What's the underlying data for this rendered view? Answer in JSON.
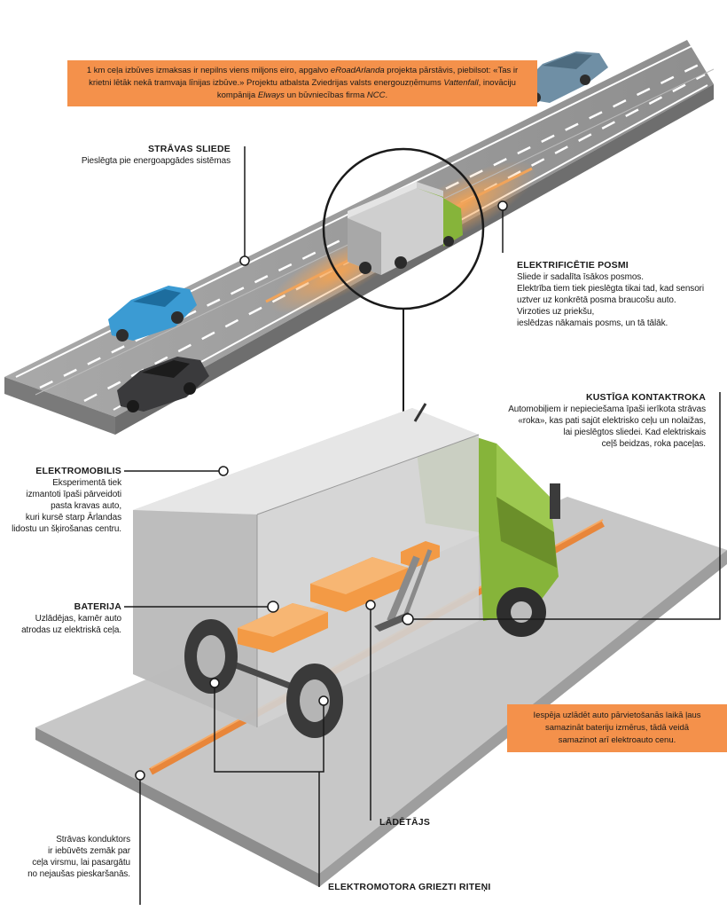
{
  "colors": {
    "accent_orange": "#f4914b",
    "road_gray": "#9c9c9c",
    "truck_green": "#86b43a",
    "rail_orange": "#e8863a",
    "box_gray": "#c9c9c9",
    "battery_orange": "#f39a45"
  },
  "top_banner": {
    "p1": "1 km ceļa izbūves izmaksas ir nepilns viens miljons eiro, apgalvo ",
    "i1": "eRoadArlanda",
    "p2": " projekta pārstāvis, piebilsot: «Tas ir krietni lētāk nekā tramvaja līnijas izbūve.» Projektu atbalsta Zviedrijas valsts energouzņēmums ",
    "i2": "Vattenfall",
    "p3": ", inovāciju kompānija ",
    "i3": "Elways",
    "p4": " un būvniecības firma ",
    "i4": "NCC",
    "p5": "."
  },
  "labels": {
    "stravas_sliede": {
      "title": "STRĀVAS SLIEDE",
      "text": "Pieslēgta pie energoapgādes sistēmas"
    },
    "elektrificetie_posmi": {
      "title": "ELEKTRIFICĒTIE POSMI",
      "l1": "Sliede ir sadalīta īsākos posmos.",
      "l2": "Elektrība tiem tiek pieslēgta tikai tad, kad sensori",
      "l3": "uztver uz konkrētā posma braucošu auto.",
      "l4": "Virzoties uz priekšu,",
      "l5": "ieslēdzas nākamais posms, un tā tālāk."
    },
    "kustiga_kontaktroka": {
      "title": "KUSTĪGA KONTAKTROKA",
      "l1": "Automobiļiem ir nepieciešama īpaši ierīkota strāvas",
      "l2": "«roka», kas pati sajūt elektrisko ceļu un nolaižas,",
      "l3": "lai pieslēgtos sliedei. Kad elektriskais",
      "l4": "ceļš beidzas, roka paceļas."
    },
    "elektromobilis": {
      "title": "ELEKTROMOBILIS",
      "l1": "Eksperimentā tiek",
      "l2": "izmantoti īpaši pārveidoti",
      "l3": "pasta kravas auto,",
      "l4": "kuri kursē starp Ārlandas",
      "l5": "lidostu un šķirošanas centru."
    },
    "baterija": {
      "title": "BATERIJA",
      "l1": "Uzlādējas, kamēr auto",
      "l2": "atrodas uz elektriskā ceļa."
    },
    "ladetajs": {
      "title": "LĀDĒTĀJS"
    },
    "elektromotora_riteni": {
      "title": "ELEKTROMOTORA GRIEZTI RITEŅI"
    },
    "stravas_konduktors": {
      "l1": "Strāvas konduktors",
      "l2": "ir iebūvēts zemāk par",
      "l3": "ceļa virsmu, lai pasargātu",
      "l4": "no nejaušas pieskaršanās."
    }
  },
  "bottom_banner": {
    "l1": "Iespēja uzlādēt auto pārvietošanās laikā ļaus",
    "l2": "samazināt bateriju izmērus, tādā veidā",
    "l3": "samazinot arī elektroauto cenu."
  }
}
